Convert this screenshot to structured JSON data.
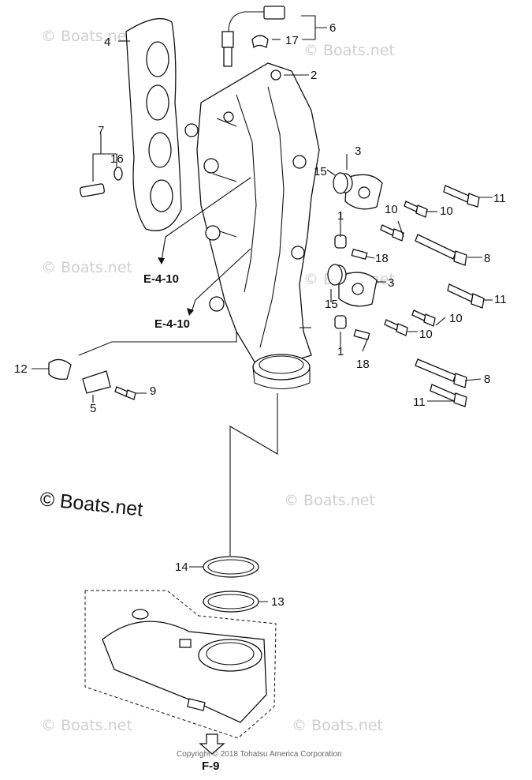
{
  "watermark": "© Boats.net",
  "brand_watermark": "© Boats.net",
  "copyright": "Copyright © 2018 Tohatsu America Corporation",
  "callouts": {
    "c1a": "1",
    "c1b": "1",
    "c2": "2",
    "c3a": "3",
    "c3b": "3",
    "c4": "4",
    "c5": "5",
    "c6": "6",
    "c7": "7",
    "c8a": "8",
    "c8b": "8",
    "c9": "9",
    "c10a": "10",
    "c10b": "10",
    "c10c": "10",
    "c10d": "10",
    "c11a": "11",
    "c11b": "11",
    "c11c": "11",
    "c12": "12",
    "c13": "13",
    "c14": "14",
    "c15a": "15",
    "c15b": "15",
    "c16": "16",
    "c17": "17",
    "c18a": "18",
    "c18b": "18"
  },
  "references": {
    "e410a": "E-4-10",
    "e410b": "E-4-10",
    "f9": "F-9"
  },
  "colors": {
    "line": "#111111",
    "watermark": "#cfcfcf",
    "fill": "#ffffff"
  }
}
